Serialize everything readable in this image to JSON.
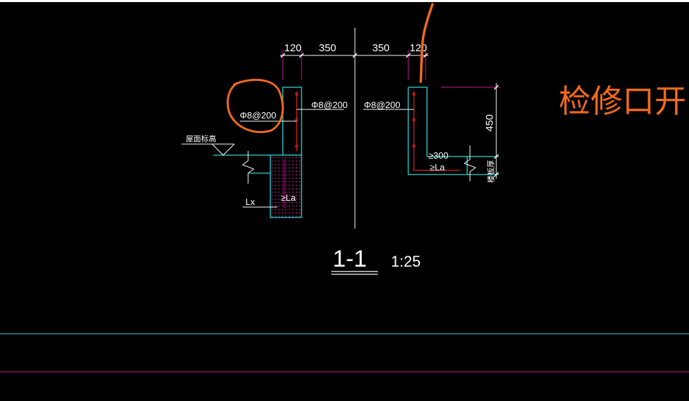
{
  "drawing": {
    "dimensions": {
      "d1": "120",
      "d2": "350",
      "d3": "350",
      "d4": "120",
      "height": "450"
    },
    "rebar": {
      "left_outer": "Φ8@200",
      "left_inner": "Φ8@200",
      "right_inner": "Φ8@200"
    },
    "labels": {
      "roof_elevation": "屋面标高",
      "anchor_left": "≥La",
      "lx": "Lx",
      "anchor_right_300": "≥300",
      "anchor_right_la": "≥La",
      "slab_thickness": "楼板厚"
    },
    "section": {
      "title": "1-1",
      "scale": "1:25"
    }
  },
  "annotation": {
    "handwritten_text": "检修口开",
    "color": "#f26a1b"
  },
  "colors": {
    "background": "#000000",
    "cyan": "#2fd6d6",
    "magenta": "#d0189a",
    "white": "#ffffff",
    "red": "#e0202a",
    "orange": "#f26a1b"
  }
}
